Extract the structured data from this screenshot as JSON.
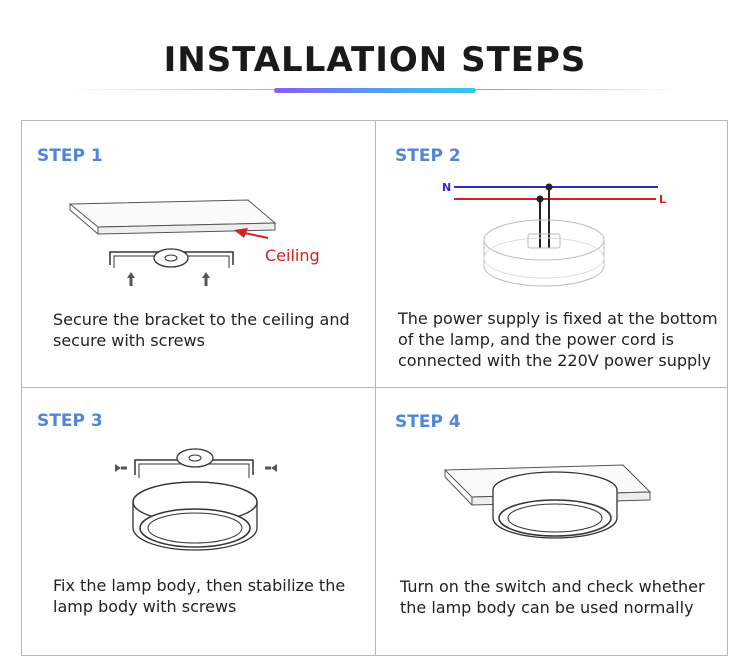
{
  "header": {
    "title": "INSTALLATION STEPS"
  },
  "steps": [
    {
      "label": "STEP 1",
      "description_lines": [
        "Secure the bracket to the ceiling and",
        "secure with screws"
      ],
      "callout": "Ceiling"
    },
    {
      "label": "STEP 2",
      "description_lines": [
        "The power supply is fixed at the bottom",
        "of the lamp, and the power cord is",
        "connected with the 220V power supply"
      ],
      "wire_n": "N",
      "wire_l": "L"
    },
    {
      "label": "STEP 3",
      "description_lines": [
        "Fix the lamp body, then stabilize the",
        "lamp body with screws"
      ]
    },
    {
      "label": "STEP 4",
      "description_lines": [
        "Turn on the switch and check whether",
        "the lamp body can be used normally"
      ]
    }
  ],
  "colors": {
    "accent": "#4f86d9",
    "wire_n": "#2b2bd6",
    "wire_l": "#d62020",
    "callout": "#d62020"
  }
}
